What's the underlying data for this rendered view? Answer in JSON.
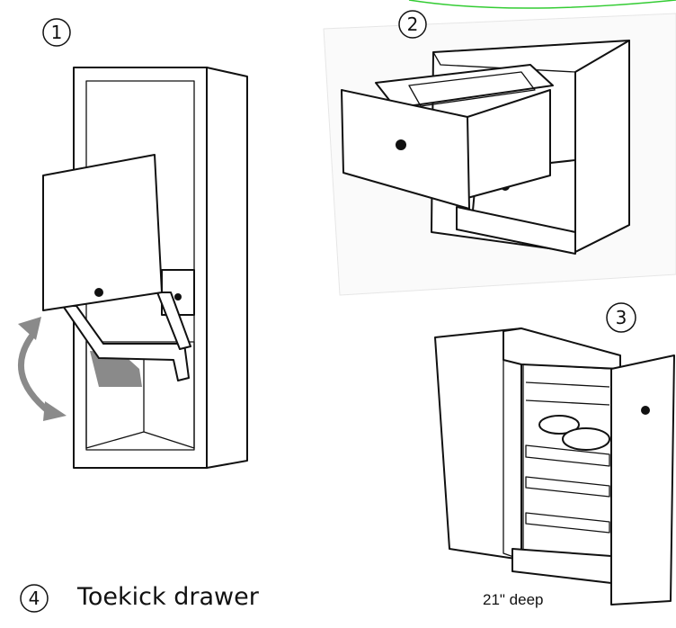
{
  "labels": {
    "one": "1",
    "two": "2",
    "three": "3",
    "four": "4"
  },
  "captions": {
    "toekick": "Toekick drawer",
    "depth": "21\" deep"
  },
  "colors": {
    "ink": "#111111",
    "arrow_gray": "#8a8a8a",
    "accent_green": "#33cc33"
  }
}
